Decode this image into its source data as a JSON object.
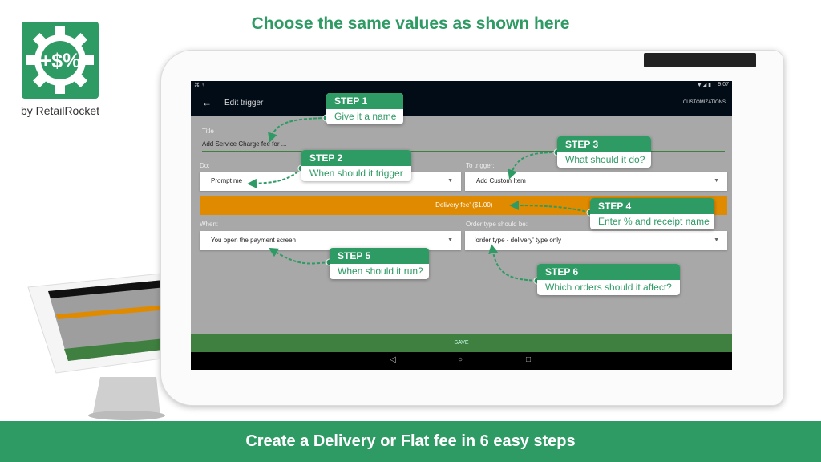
{
  "headline": "Choose the same values as shown here",
  "brand": {
    "byline": "by RetailRocket",
    "logo_text": "+$%"
  },
  "footer": "Create a Delivery or Flat fee in 6 easy steps",
  "device": {
    "time": "9:07"
  },
  "app": {
    "title": "Edit trigger",
    "customizations": "CUSTOMIZATIONS",
    "title_label": "Title",
    "title_value": "Add Service Charge fee for ...",
    "do_label": "Do:",
    "do_value": "Prompt me",
    "trigger_label": "To trigger:",
    "trigger_value": "Add Custom Item",
    "fee_bar": "'Delivery fee' ($1.00)",
    "when_label": "When:",
    "when_value": "You open the payment screen",
    "order_label": "Order type should be:",
    "order_value": "'order type - delivery' type only",
    "save": "SAVE"
  },
  "steps": [
    {
      "title": "STEP 1",
      "text": "Give it a name"
    },
    {
      "title": "STEP 2",
      "text": "When should it trigger"
    },
    {
      "title": "STEP 3",
      "text": "What should it do?"
    },
    {
      "title": "STEP 4",
      "text": "Enter % and receipt name"
    },
    {
      "title": "STEP 5",
      "text": "When should it run?"
    },
    {
      "title": "STEP 6",
      "text": "Which orders should it affect?"
    }
  ],
  "colors": {
    "brand": "#2e9a64",
    "accent": "#e08a00",
    "save": "#3f7f3f"
  }
}
